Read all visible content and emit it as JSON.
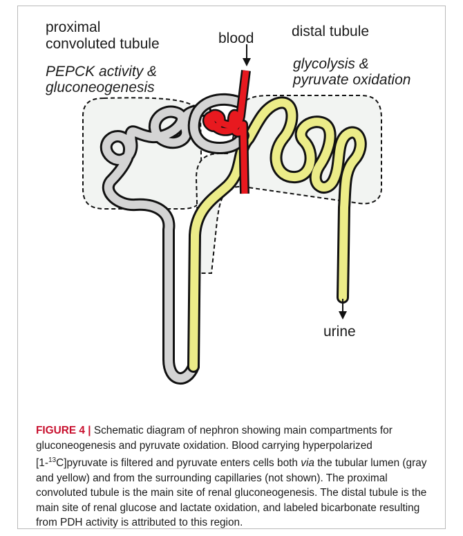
{
  "labels": {
    "proximal_line1": "proximal",
    "proximal_line2": "convoluted tubule",
    "blood": "blood",
    "distal": "distal tubule",
    "pepck_line1": "PEPCK activity &",
    "pepck_line2": "gluconeogenesis",
    "glyco_line1": "glycolysis &",
    "glyco_line2": "pyruvate oxidation",
    "urine": "urine"
  },
  "caption": {
    "figure_label": "FIGURE 4 |",
    "part1": " Schematic diagram of nephron showing main compartments for gluconeogenesis and pyruvate oxidation. Blood carrying hyperpolarized ",
    "isotope_open": "[1-",
    "isotope_sup": "13",
    "isotope_close": "C]pyruvate",
    "part2": " is filtered and pyruvate enters cells both ",
    "via": "via",
    "part3": " the tubular lumen (gray and yellow) and from the surrounding capillaries (not shown). The proximal convoluted tubule is the main site of renal gluconeogenesis. The distal tubule is the main site of renal glucose and lactate oxidation, and labeled bicarbonate resulting from PDH activity is attributed to this region."
  },
  "colors": {
    "proximal_tubule": "#d4d4d4",
    "distal_tubule": "#ecec88",
    "blood_vessel": "#e8191f",
    "region_fill": "#f2f4f2",
    "figure_label": "#c8102e"
  }
}
